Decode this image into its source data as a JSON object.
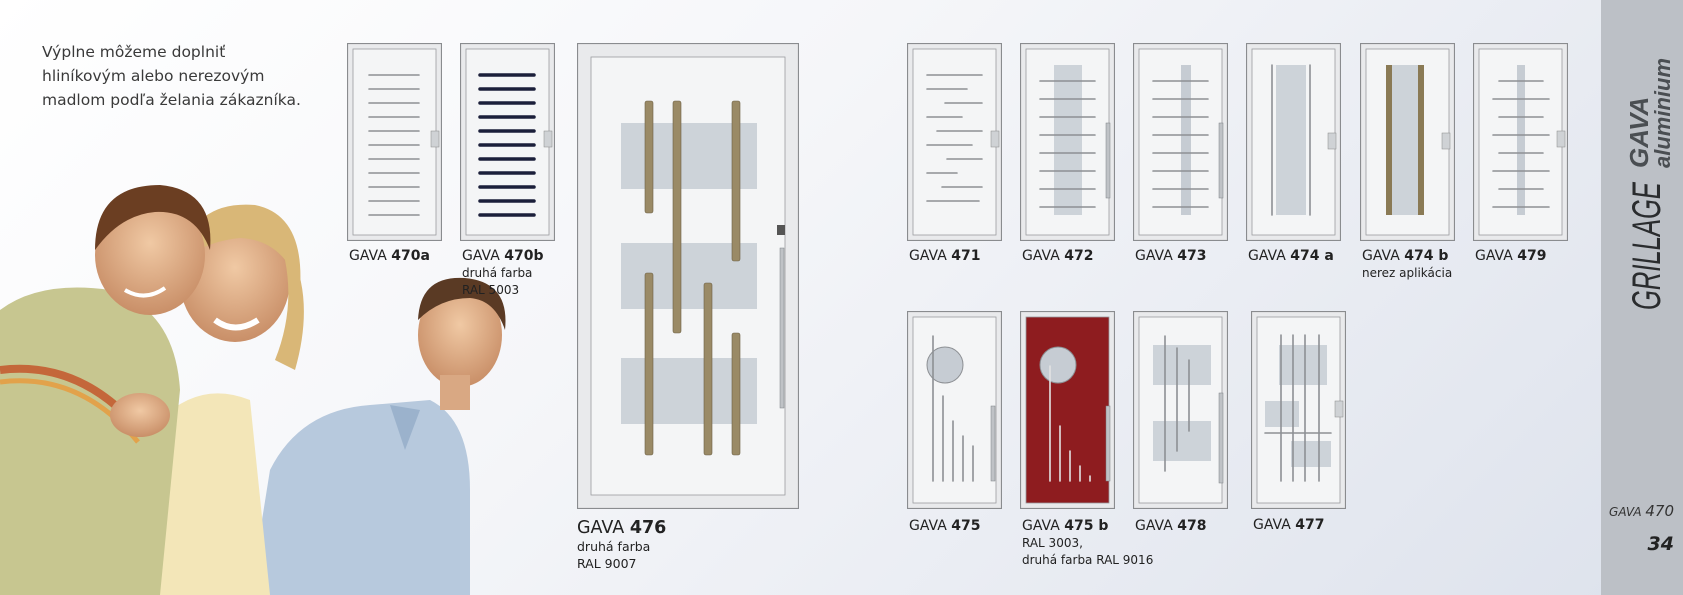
{
  "intro_text": "Výplne môžeme doplniť hliníkovým alebo nerezovým madlom podľa želania zákazníka.",
  "brand": {
    "line1": "GAVA",
    "line2": "aluminium"
  },
  "section_title": "GRILLAGE",
  "footer": {
    "model_prefix": "GAVA",
    "model_num": "470",
    "page": "34"
  },
  "doors": [
    {
      "key": "470a",
      "prefix": "GAVA ",
      "model": "470a",
      "notes": []
    },
    {
      "key": "470b",
      "prefix": "GAVA ",
      "model": "470b",
      "notes": [
        "druhá farba",
        "RAL 5003"
      ]
    },
    {
      "key": "476",
      "prefix": "GAVA ",
      "model": "476",
      "notes": [
        "druhá farba",
        "RAL 9007"
      ]
    },
    {
      "key": "471",
      "prefix": "GAVA ",
      "model": "471",
      "notes": []
    },
    {
      "key": "472",
      "prefix": "GAVA ",
      "model": "472",
      "notes": []
    },
    {
      "key": "473",
      "prefix": "GAVA ",
      "model": "473",
      "notes": []
    },
    {
      "key": "474a",
      "prefix": "GAVA ",
      "model": "474 a",
      "notes": []
    },
    {
      "key": "474b",
      "prefix": "GAVA ",
      "model": "474 b",
      "notes": [
        "nerez aplikácia"
      ]
    },
    {
      "key": "479",
      "prefix": "GAVA ",
      "model": "479",
      "notes": []
    },
    {
      "key": "475",
      "prefix": "GAVA ",
      "model": "475",
      "notes": []
    },
    {
      "key": "475b",
      "prefix": "GAVA ",
      "model": "475 b",
      "notes": [
        "RAL 3003,",
        "druhá farba RAL 9016"
      ]
    },
    {
      "key": "478",
      "prefix": "GAVA ",
      "model": "478",
      "notes": []
    },
    {
      "key": "477",
      "prefix": "GAVA ",
      "model": "477",
      "notes": []
    }
  ],
  "colors": {
    "sidebar": "#bcc0c6",
    "door_frame": "#8a8c8f",
    "door_white": "#f4f5f6",
    "door_red": "#8e1c1f",
    "glass": "#c6ccd3",
    "brand_text": "#4a4e52"
  }
}
